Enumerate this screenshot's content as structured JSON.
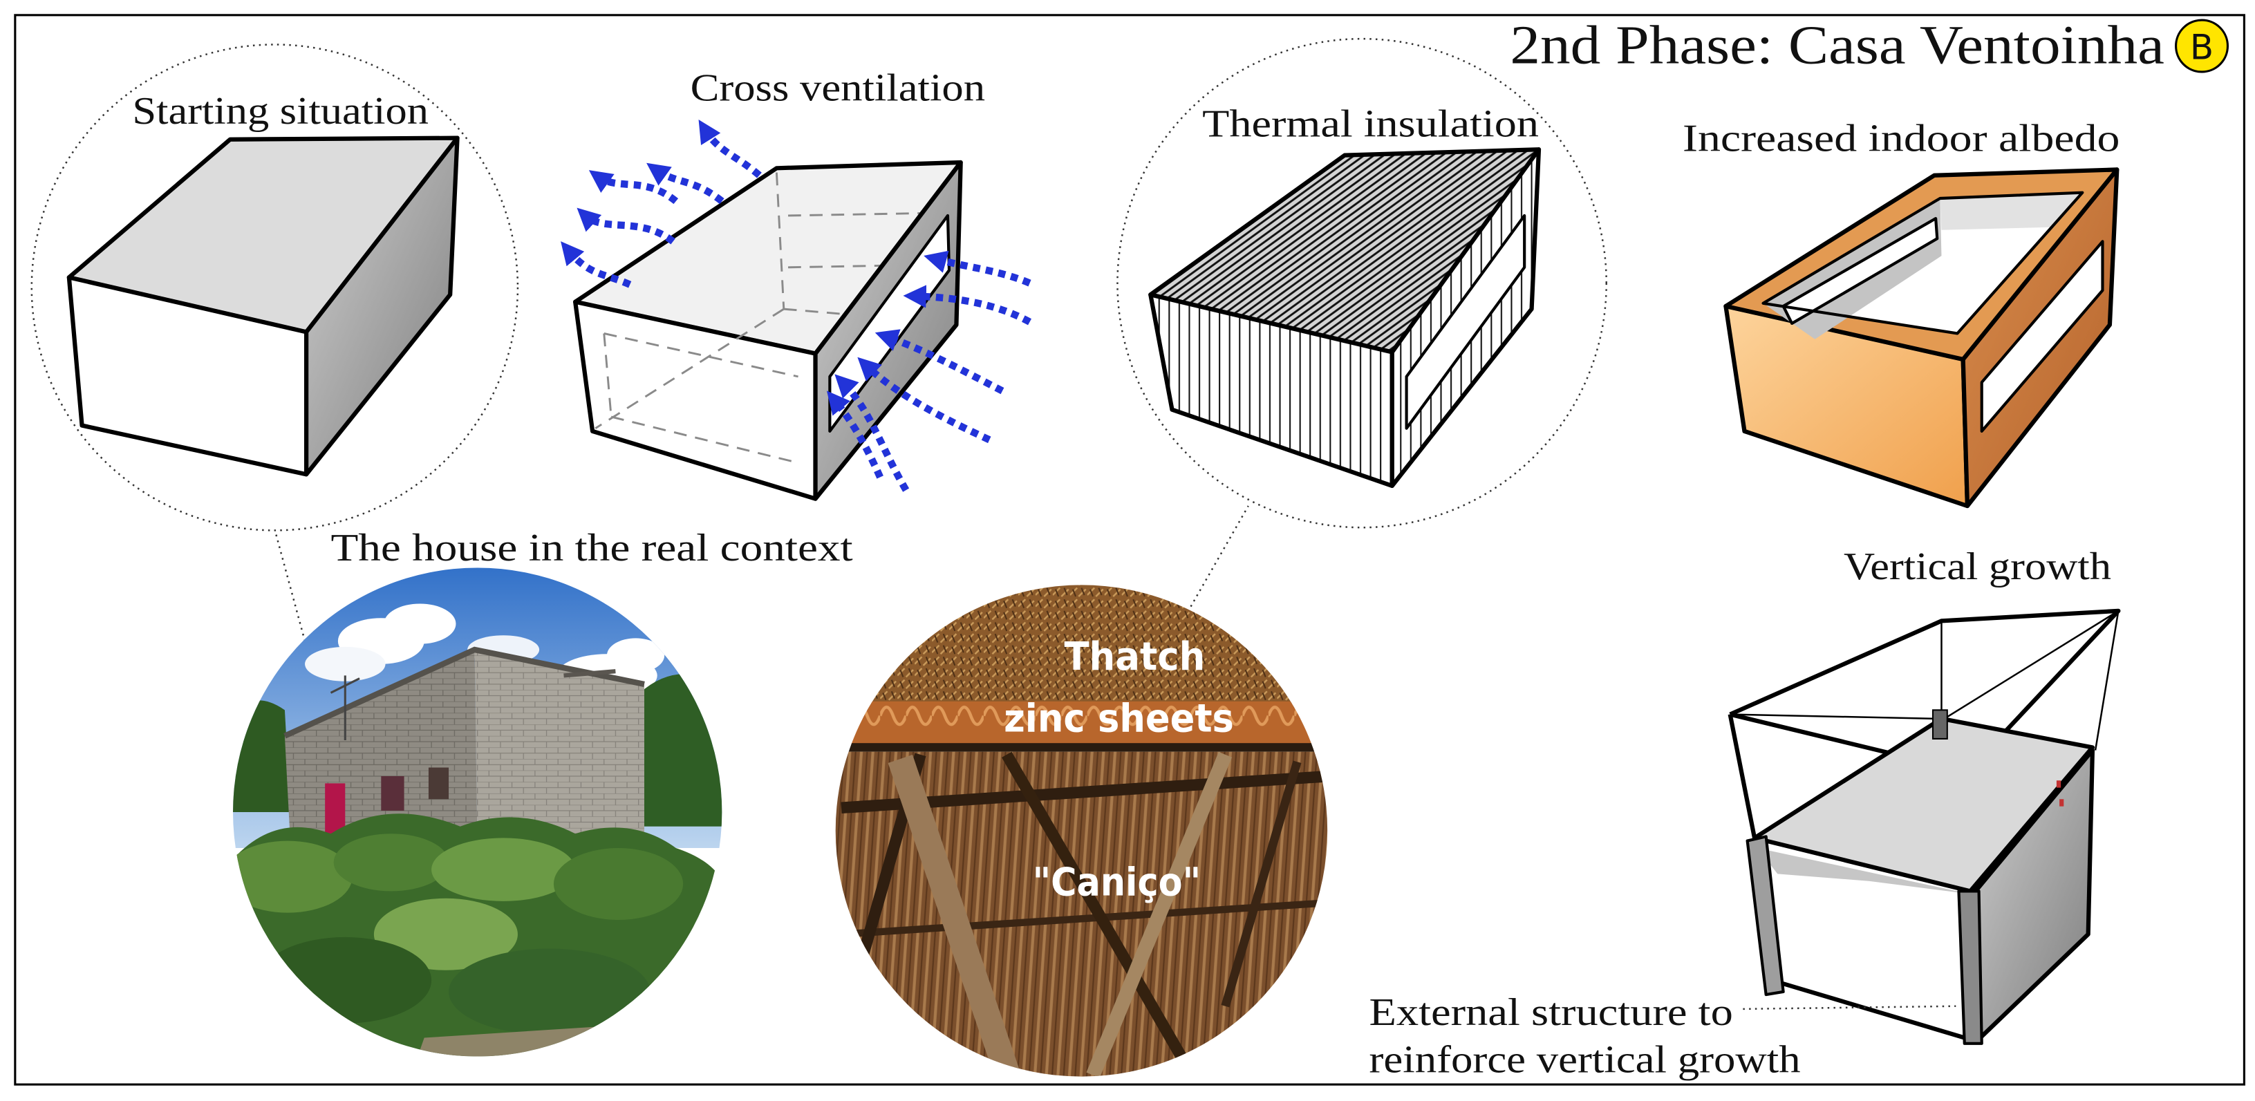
{
  "slide": {
    "title": "2nd Phase: Casa Ventoinha",
    "badge": "B"
  },
  "diagrams": {
    "starting_situation": "Starting situation",
    "cross_ventilation": "Cross ventilation",
    "thermal_insulation": "Thermal insulation",
    "indoor_albedo": "Increased indoor albedo",
    "vertical_growth": "Vertical growth",
    "external_structure": [
      "External structure to",
      "reinforce vertical growth"
    ]
  },
  "photos": {
    "house_caption": "The house in the real context",
    "roof_labels": {
      "thatch": "Thatch",
      "zinc": "zinc sheets",
      "canico": "\"Caniço\""
    }
  },
  "colors": {
    "badge": "#ffe500",
    "airflow": "#2233d8",
    "orange_rim": "#e39a52",
    "orange_inner_wall": "#c4c4c4"
  }
}
